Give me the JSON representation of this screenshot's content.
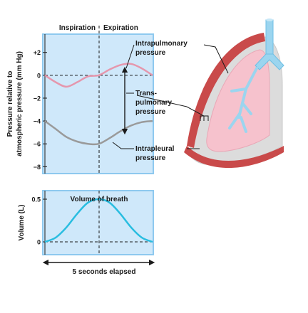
{
  "phase_labels": {
    "inspiration": "Inspiration",
    "expiration": "Expiration"
  },
  "pressure_panel": {
    "y_axis_title_line1": "Pressure relative to",
    "y_axis_title_line2": "atmospheric pressure (mm Hg)",
    "ylim": [
      -8.6,
      3.6
    ],
    "yticks": [
      "+2",
      "0",
      "−2",
      "−4",
      "−6",
      "−8"
    ],
    "ytick_values": [
      2,
      0,
      -2,
      -4,
      -6,
      -8
    ],
    "colors": {
      "intrapulmonary": "#e597ad",
      "intrapleural": "#9a9a9a",
      "panel_bg": "#cfe8fa",
      "panel_border": "#8ec9ef"
    }
  },
  "labels": {
    "intrapulmonary_line1": "Intrapulmonary",
    "intrapulmonary_line2": "pressure",
    "transpulmonary_line1": "Trans-",
    "transpulmonary_line2": "pulmonary",
    "transpulmonary_line3": "pressure",
    "intrapleural_line1": "Intrapleural",
    "intrapleural_line2": "pressure",
    "volume_title": "Volume of breath",
    "volume_axis_title": "Volume (L)",
    "elapsed": "5 seconds elapsed"
  },
  "volume_panel": {
    "ylim": [
      -0.15,
      0.6
    ],
    "yticks": [
      "0.5",
      "0"
    ],
    "ytick_values": [
      0.5,
      0
    ],
    "color": "#29bde0"
  },
  "chart_data": [
    {
      "type": "line",
      "ylabel": "Pressure relative to atmospheric pressure (mm Hg)",
      "x": [
        0,
        0.5,
        1.0,
        1.5,
        2.0,
        2.5,
        3.0,
        3.5,
        4.0,
        4.5,
        5.0
      ],
      "series": [
        {
          "name": "Intrapulmonary pressure",
          "values": [
            0,
            -0.6,
            -1.0,
            -0.6,
            -0.1,
            0,
            0.5,
            0.9,
            1.0,
            0.6,
            0
          ]
        },
        {
          "name": "Intrapleural pressure",
          "values": [
            -4,
            -4.7,
            -5.4,
            -5.8,
            -6.0,
            -6.0,
            -5.5,
            -4.9,
            -4.4,
            -4.1,
            -4.0
          ]
        }
      ],
      "ylim": [
        -8.6,
        3.6
      ]
    },
    {
      "type": "line",
      "title": "Volume of breath",
      "ylabel": "Volume (L)",
      "x": [
        0,
        0.5,
        1.0,
        1.5,
        2.0,
        2.5,
        3.0,
        3.5,
        4.0,
        4.5,
        5.0
      ],
      "series": [
        {
          "name": "Volume of breath",
          "values": [
            0,
            0.05,
            0.17,
            0.33,
            0.46,
            0.5,
            0.46,
            0.33,
            0.17,
            0.05,
            0
          ]
        }
      ],
      "ylim": [
        -0.15,
        0.6
      ]
    }
  ]
}
